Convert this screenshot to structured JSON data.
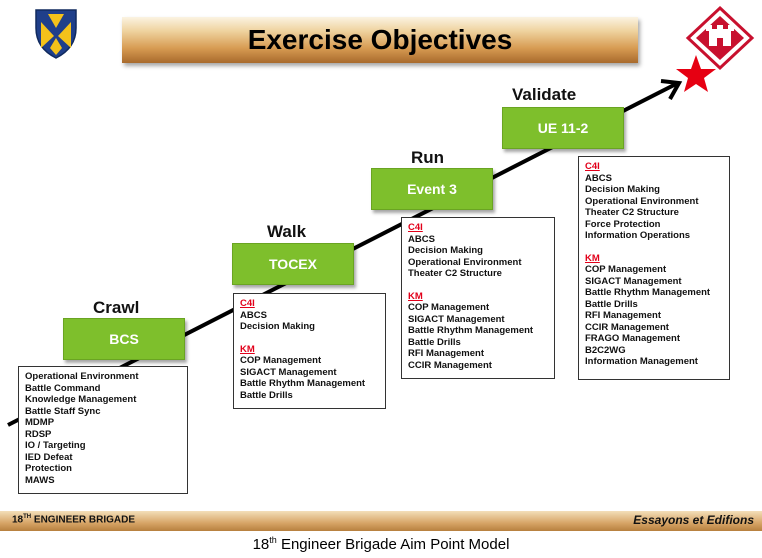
{
  "title": "Exercise Objectives",
  "stages": [
    {
      "label": "Crawl",
      "box": "BCS"
    },
    {
      "label": "Walk",
      "box": "TOCEX"
    },
    {
      "label": "Run",
      "box": "Event 3"
    },
    {
      "label": "Validate",
      "box": "UE 11-2"
    }
  ],
  "panels": [
    {
      "items": [
        "Operational Environment",
        "Battle Command",
        "Knowledge Management",
        "Battle Staff Sync",
        "MDMP",
        "RDSP",
        "IO / Targeting",
        "IED Defeat",
        "Protection",
        "MAWS"
      ]
    },
    {
      "c4i_heading": "C4I",
      "c4i_items": [
        "ABCS",
        "Decision Making"
      ],
      "km_heading": "KM",
      "km_items": [
        "COP Management",
        "SIGACT Management",
        "Battle Rhythm Management",
        "Battle Drills"
      ]
    },
    {
      "c4i_heading": "C4I",
      "c4i_items": [
        "ABCS",
        "Decision Making",
        "Operational Environment",
        "Theater C2 Structure"
      ],
      "km_heading": "KM",
      "km_items": [
        "COP Management",
        "SIGACT Management",
        "Battle Rhythm Management",
        "Battle Drills",
        "RFI Management",
        "CCIR Management"
      ]
    },
    {
      "c4i_heading": "C4I",
      "c4i_items": [
        "ABCS",
        "Decision Making",
        "Operational Environment",
        "Theater C2 Structure",
        "Force Protection",
        "Information Operations"
      ],
      "km_heading": "KM",
      "km_items": [
        "COP Management",
        "SIGACT Management",
        "Battle Rhythm Management",
        "Battle Drills",
        "RFI Management",
        "CCIR Management",
        "FRAGO Management",
        "B2C2WG",
        "Information Management"
      ]
    }
  ],
  "footer": {
    "left_prefix": "18",
    "left_sup": "TH",
    "left_rest": " ENGINEER BRIGADE",
    "right": "Essayons et Edifions"
  },
  "caption": {
    "prefix": "18",
    "sup": "th",
    "rest": " Engineer Brigade Aim Point Model"
  },
  "colors": {
    "stage_green": "#7ebf2c",
    "star_red": "#e60012",
    "heading_red": "#e2001a",
    "title_gold": "#d79b52"
  },
  "icons": {
    "left_logo": "brigade-shield-icon",
    "right_logo": "engineer-castle-icon",
    "goal": "star-icon"
  }
}
